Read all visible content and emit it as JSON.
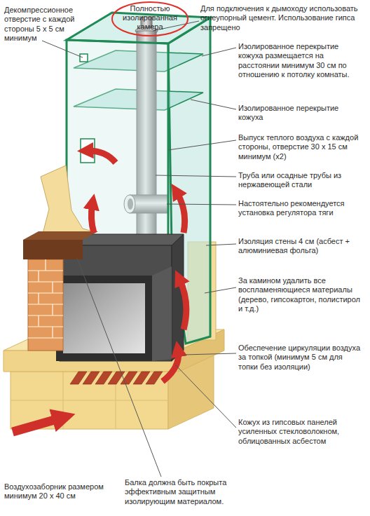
{
  "diagram": {
    "nodes": [
      {
        "text": [
          "Полностью изолированная камера"
        ]
      }
    ],
    "labels": [
      "Декомпрессионное отверстие с каждой стороны 5 х 5 см минимум",
      "Для подключения к дымоходу использовать огнеупорный цемент. Использование гипса запрещено",
      "Изолированное перекрытие кожуха размещается на расстоянии минимум 30 см по отношению к потолку комнаты.",
      "Изолированное перекрытие кожуха",
      "Выпуск теплого воздуха с каждой стороны, отверстие 30 х 15 см минимум (x2)",
      "Труба или осадные трубы из нержавеющей стали",
      "Настоятельно рекомендуется установка регулятора тяги",
      "Изоляция стены 4 см (асбест + алюминиевая фольга)",
      "За камином удалить все воспламеняющиеся материалы (дерево, гипсокартон, полистирол и т.д.)",
      "Обеспечение циркуляции воздуха за топкой (минимум 5 см для топки без изоляции)",
      "Кожух из гипсовых панелей усиленных стекловолокном, облицованных асбестом",
      "Балка должна быть покрыта эффективным защитным изолирующим материалом.",
      "Воздухозаборник размером минимум 20 х 40 см"
    ],
    "edges": []
  }
}
